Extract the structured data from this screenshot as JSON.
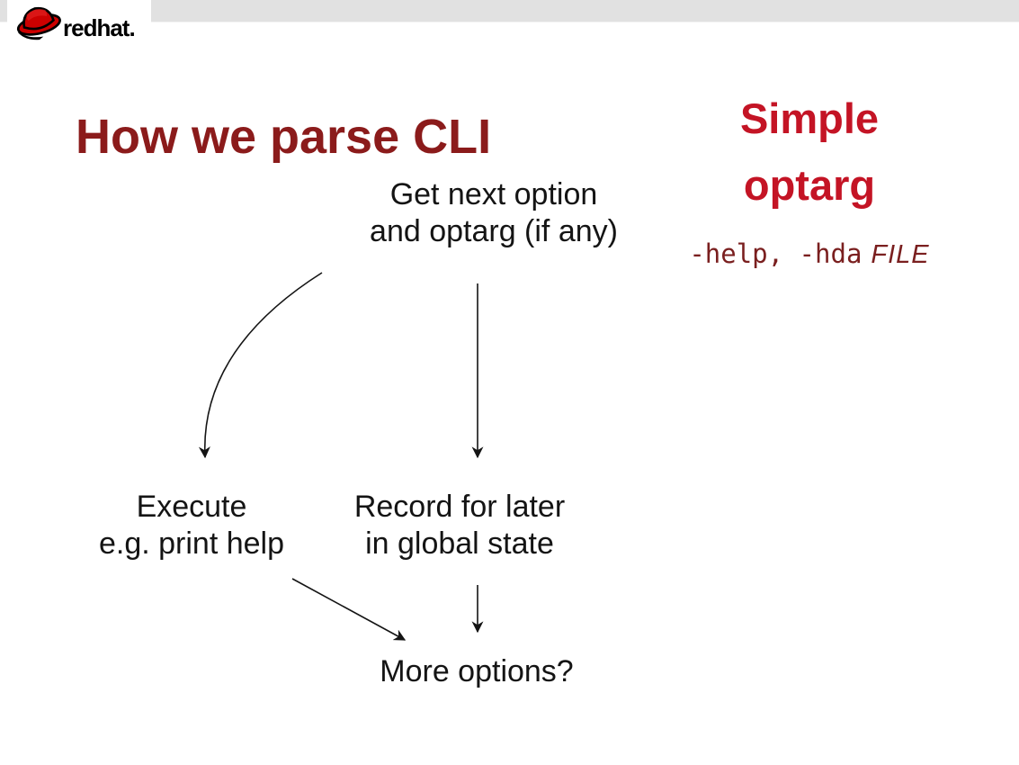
{
  "colors": {
    "header_band": "#e1e1e1",
    "title_red": "#8b1b1b",
    "accent_red": "#c41425",
    "code_red": "#7a1f1f",
    "body_text": "#141414",
    "hat_red": "#cc0000"
  },
  "logo": {
    "icon": "redhat-fedora-icon",
    "text_red": "red",
    "text_hat": "hat."
  },
  "title": "How we parse CLI",
  "aside": {
    "heading_line1": "Simple",
    "heading_line2": "optarg",
    "code": "-help, -hda",
    "code_arg": "FILE"
  },
  "flowchart": {
    "nodes": {
      "get_next": {
        "line1": "Get next option",
        "line2": "and optarg (if any)"
      },
      "execute": {
        "line1": "Execute",
        "line2": "e.g. print help"
      },
      "record": {
        "line1": "Record for later",
        "line2": "in global state"
      },
      "more": {
        "line1": "More options?"
      }
    },
    "edges": [
      {
        "from": "get_next",
        "to": "execute",
        "style": "curved"
      },
      {
        "from": "get_next",
        "to": "record",
        "style": "straight"
      },
      {
        "from": "execute",
        "to": "more",
        "style": "diagonal"
      },
      {
        "from": "record",
        "to": "more",
        "style": "straight"
      }
    ]
  }
}
